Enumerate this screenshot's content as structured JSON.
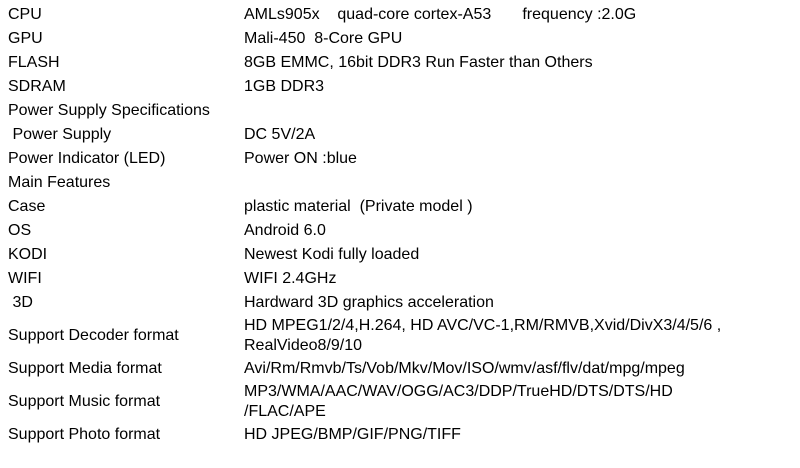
{
  "rows": [
    {
      "label": "CPU",
      "value": "AMLs905x    quad-core cortex-A53       frequency :2.0G"
    },
    {
      "label": "GPU",
      "value": "Mali-450  8-Core GPU"
    },
    {
      "label": "FLASH",
      "value": "8GB EMMC, 16bit DDR3 Run Faster than Others"
    },
    {
      "label": "SDRAM",
      "value": "1GB DDR3"
    },
    {
      "label": "Power Supply Specifications",
      "value": ""
    },
    {
      "label": " Power Supply",
      "value": "DC 5V/2A"
    },
    {
      "label": "Power Indicator (LED)",
      "value": "Power ON :blue"
    },
    {
      "label": "Main Features",
      "value": ""
    },
    {
      "label": "Case",
      "value": "plastic material  (Private model )"
    },
    {
      "label": "OS",
      "value": "Android 6.0"
    },
    {
      "label": "KODI",
      "value": "Newest Kodi fully loaded"
    },
    {
      "label": "WIFI",
      "value": "WIFI 2.4GHz"
    },
    {
      "label": " 3D",
      "value": "Hardward 3D graphics acceleration"
    },
    {
      "label": "Support Decoder format",
      "value": "HD MPEG1/2/4,H.264, HD AVC/VC-1,RM/RMVB,Xvid/DivX3/4/5/6 ,\nRealVideo8/9/10"
    },
    {
      "label": "Support Media format",
      "value": "Avi/Rm/Rmvb/Ts/Vob/Mkv/Mov/ISO/wmv/asf/flv/dat/mpg/mpeg"
    },
    {
      "label": "Support Music format",
      "value": "MP3/WMA/AAC/WAV/OGG/AC3/DDP/TrueHD/DTS/DTS/HD\n/FLAC/APE"
    },
    {
      "label": "Support Photo format",
      "value": "HD JPEG/BMP/GIF/PNG/TIFF"
    }
  ]
}
